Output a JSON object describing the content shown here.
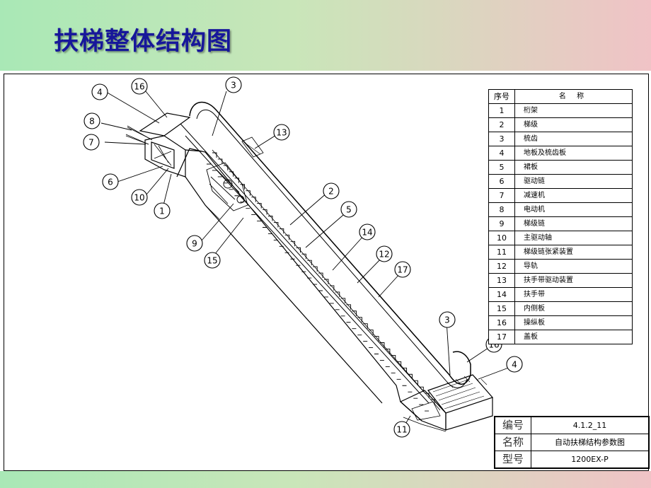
{
  "slide": {
    "title": "扶梯整体结构图"
  },
  "callouts": [
    "4",
    "16",
    "3",
    "8",
    "7",
    "13",
    "6",
    "10",
    "1",
    "2",
    "5",
    "9",
    "14",
    "15",
    "12",
    "17",
    "3",
    "16",
    "4",
    "11"
  ],
  "legend": {
    "header": {
      "num": "序号",
      "name": "名  称"
    },
    "items": [
      {
        "num": "1",
        "name": "桁架"
      },
      {
        "num": "2",
        "name": "梯级"
      },
      {
        "num": "3",
        "name": "梳齿"
      },
      {
        "num": "4",
        "name": "地板及梳齿板"
      },
      {
        "num": "5",
        "name": "裙板"
      },
      {
        "num": "6",
        "name": "驱动链"
      },
      {
        "num": "7",
        "name": "减速机"
      },
      {
        "num": "8",
        "name": "电动机"
      },
      {
        "num": "9",
        "name": "梯级链"
      },
      {
        "num": "10",
        "name": "主驱动轴"
      },
      {
        "num": "11",
        "name": "梯级链张紧装置"
      },
      {
        "num": "12",
        "name": "导轨"
      },
      {
        "num": "13",
        "name": "扶手带驱动装置"
      },
      {
        "num": "14",
        "name": "扶手带"
      },
      {
        "num": "15",
        "name": "内侧板"
      },
      {
        "num": "16",
        "name": "操纵板"
      },
      {
        "num": "17",
        "name": "盖板"
      }
    ]
  },
  "titleblock": {
    "code_label": "编号",
    "code_value": "4.1.2_11",
    "name_label": "名称",
    "name_value": "自动扶梯结构参数图",
    "model_label": "型号",
    "model_value": "1200EX-P"
  },
  "colors": {
    "title": "#17179a",
    "bg_left": "#a9e8b6",
    "bg_right": "#f0c3c6"
  }
}
